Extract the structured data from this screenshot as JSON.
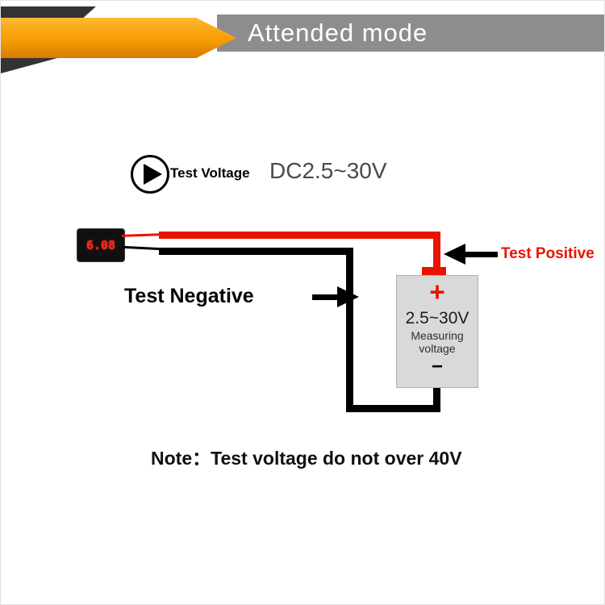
{
  "banner": {
    "title": "Attended mode"
  },
  "header": {
    "label": "Test Voltage",
    "value": "DC2.5~30V"
  },
  "meter": {
    "reading": "6.08"
  },
  "annotations": {
    "positive": "Test Positive",
    "negative": "Test Negative"
  },
  "battery": {
    "positive_symbol": "+",
    "range": "2.5~30V",
    "label_line1": "Measuring",
    "label_line2": "voltage",
    "negative_symbol": "−"
  },
  "note": {
    "prefix": "Note：",
    "text": "Test voltage do not over 40V"
  },
  "colors": {
    "ribbon_orange": "#f59d00",
    "banner_gray": "#8d8d8d",
    "wire_positive_red": "#e81400",
    "wire_negative_black": "#000000",
    "battery_body_gray": "#d9d9d9",
    "meter_digit_red": "#ff2616"
  }
}
